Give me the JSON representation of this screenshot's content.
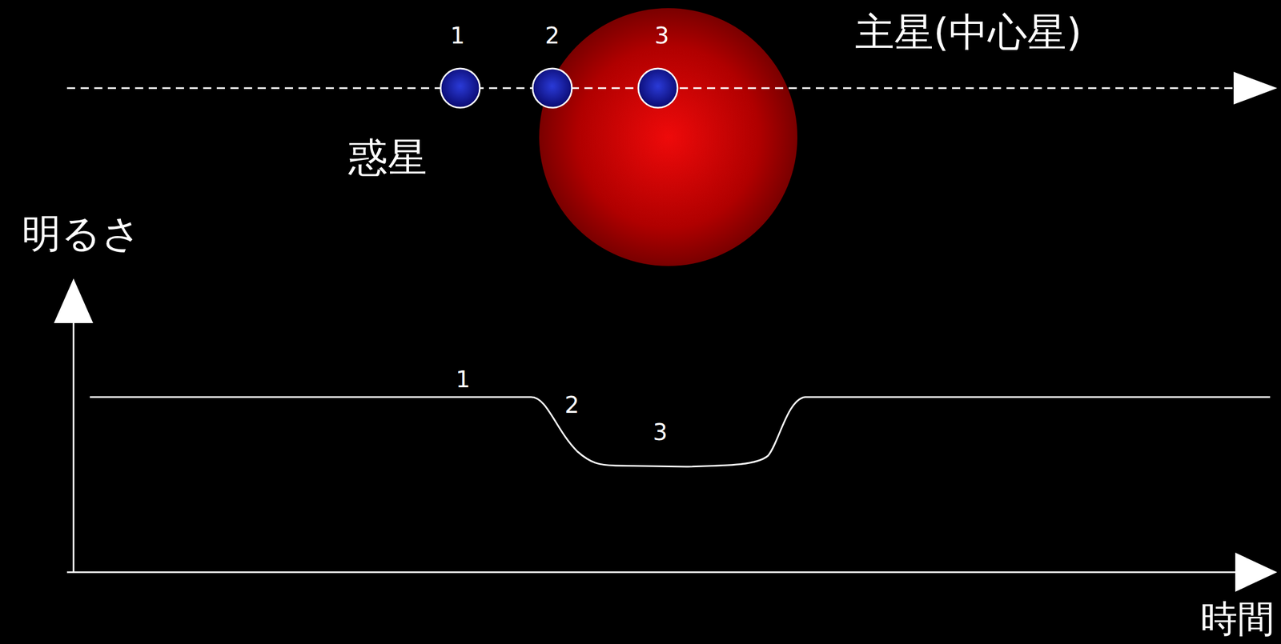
{
  "diagram": {
    "labels": [
      "1",
      "2",
      "3",
      "主星(中心星)",
      "惑星",
      "明るさ",
      "1",
      "2",
      "3",
      "時間"
    ]
  }
}
